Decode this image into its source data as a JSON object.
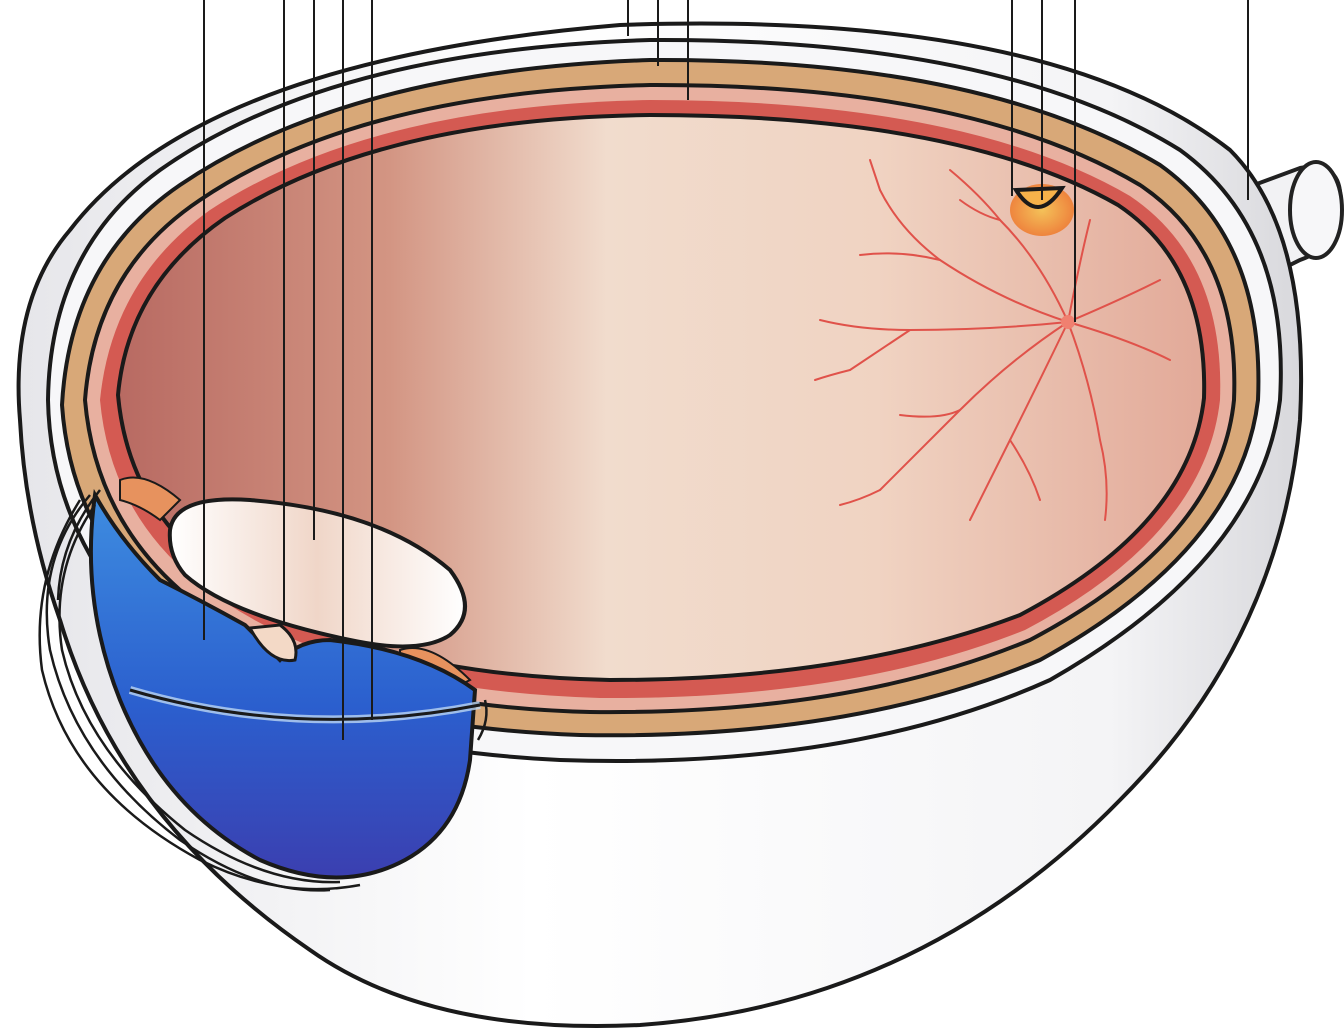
{
  "diagram": {
    "subject": "eye-cross-section",
    "label_lines": [
      {
        "name": "leader-line-1"
      },
      {
        "name": "leader-line-2"
      },
      {
        "name": "leader-line-3"
      },
      {
        "name": "leader-line-4"
      },
      {
        "name": "leader-line-5"
      },
      {
        "name": "leader-line-6"
      },
      {
        "name": "leader-line-7"
      },
      {
        "name": "leader-line-8"
      },
      {
        "name": "leader-line-9"
      },
      {
        "name": "leader-line-10"
      },
      {
        "name": "leader-line-11"
      },
      {
        "name": "leader-line-12"
      }
    ],
    "colors": {
      "sclera": "#f4f4f6",
      "choroid": "#d8a878",
      "retina": "#d45a52",
      "inner": "#e8b8a8",
      "vitreous": "#f3d9c6",
      "iris": "#2f6fd6",
      "lens": "#f6ece6",
      "vessels": "#e0524a",
      "macula": "#f5b23a"
    }
  }
}
